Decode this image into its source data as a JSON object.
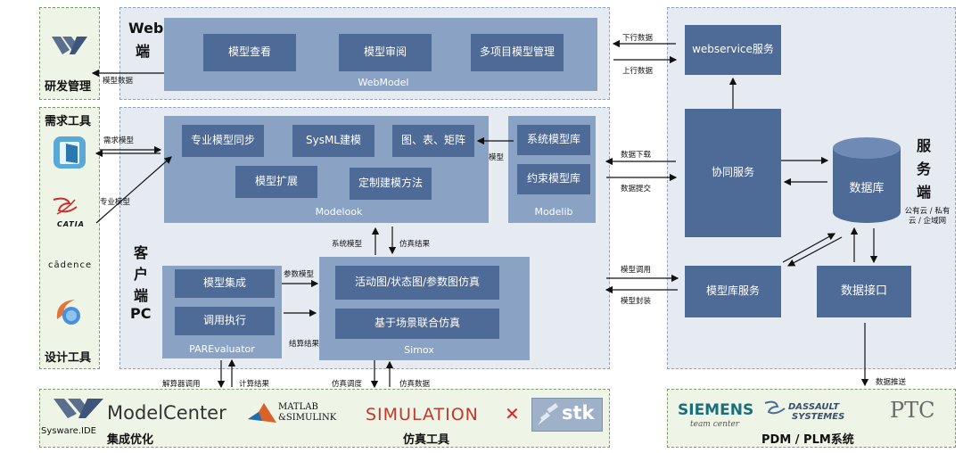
{
  "web": {
    "title_line1": "Web",
    "title_line2": "端",
    "panel_label": "WebModel",
    "btn_view": "模型查看",
    "btn_review": "模型审阅",
    "btn_multi": "多项目模型管理"
  },
  "client": {
    "title": [
      "客",
      "户",
      "端",
      "PC"
    ],
    "modelook": {
      "label": "Modelook",
      "sync": "专业模型同步",
      "sysml": "SysML建模",
      "charts": "图、表、矩阵",
      "extend": "模型扩展",
      "custom": "定制建模方法"
    },
    "modelib": {
      "label": "Modelib",
      "system_lib": "系统模型库",
      "constraint_lib": "约束模型库"
    },
    "pareval": {
      "label": "PAREvaluator",
      "integrate": "模型集成",
      "call": "调用执行"
    },
    "simox": {
      "label": "Simox",
      "activity": "活动图/状态图/参数图仿真",
      "scenario": "基于场景联合仿真"
    }
  },
  "server": {
    "title": [
      "服",
      "务",
      "端"
    ],
    "webservice": "webservice服务",
    "collab": "协同服务",
    "database": "数据库",
    "db_note": "公有云 / 私有云 / 企域网",
    "model_lib_service": "模型库服务",
    "data_interface": "数据接口"
  },
  "left_tools": {
    "rd_mgmt": "研发管理",
    "req_tools": "需求工具",
    "design_tools": "设计工具",
    "catia": "CATIA",
    "cadence": "cādence"
  },
  "bottom": {
    "sysware": "Sysware.IDE",
    "integration": "集成优化",
    "modelcenter": "ModelCenter",
    "matlab1": "MATLAB",
    "matlab2": "&SIMULINK",
    "simulation": "SIMULATION",
    "stk": "stk",
    "sim_tools": "仿真工具",
    "siemens": "SIEMENS",
    "teamcenter": "team center",
    "dassault1": "DASSAULT",
    "dassault2": "SYSTEMES",
    "ptc": "PTC",
    "pdm": "PDM / PLM系统"
  },
  "arrows": {
    "model_data": "模型数据",
    "req_model": "需求模型",
    "spec_model": "专业模型",
    "model": "模型",
    "down_data": "下行数据",
    "up_data": "上行数据",
    "data_download": "数据下载",
    "data_submit": "数据提交",
    "model_call": "模型调用",
    "model_package": "模型封装",
    "system_model": "系统模型",
    "sim_result": "仿真结果",
    "param_model": "参数模型",
    "calc_result": "结算结果",
    "solver_call": "解算器调用",
    "compute_result": "计算结果",
    "sim_schedule": "仿真调度",
    "sim_data": "仿真数据",
    "data_push": "数据推送"
  },
  "colors": {
    "box": "#4e6a96",
    "panel": "#8aa3c5",
    "region_blue": "#e6ebf2",
    "region_green": "#eef4e6"
  }
}
